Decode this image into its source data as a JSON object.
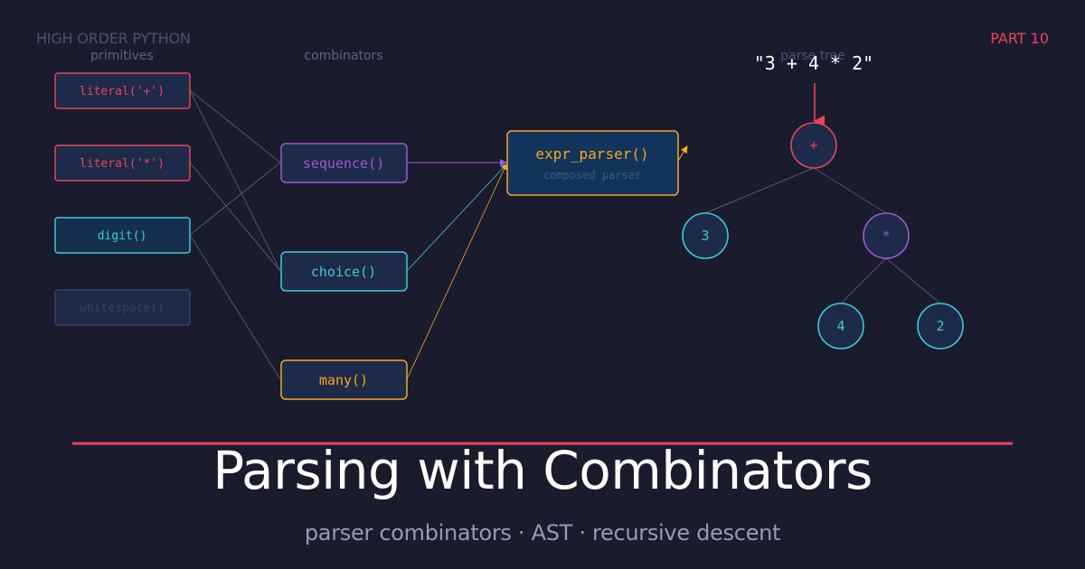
{
  "header": {
    "brand": "HIGH ORDER PYTHON",
    "part": "PART 10"
  },
  "diagram": {
    "columns": {
      "primitives": "primitives",
      "combinators": "combinators",
      "parse_tree": "parse tree"
    },
    "primitives": [
      {
        "id": "p-literal-plus",
        "label": "literal('+')",
        "kind": "primary"
      },
      {
        "id": "p-literal-times",
        "label": "literal('*')",
        "kind": "primary"
      },
      {
        "id": "p-digit",
        "label": "digit()",
        "kind": "cyan"
      },
      {
        "id": "p-whitespace",
        "label": "whitespace()",
        "kind": "muted"
      }
    ],
    "combinators": [
      {
        "id": "c-sequence",
        "label": "sequence()",
        "kind": "purple"
      },
      {
        "id": "c-choice",
        "label": "choice()",
        "kind": "cyan"
      },
      {
        "id": "c-many",
        "label": "many()",
        "kind": "amber"
      }
    ],
    "composed": {
      "label": "expr_parser()",
      "sublabel": "composed parser"
    },
    "edges": [
      [
        "p-literal-plus",
        "c-sequence"
      ],
      [
        "p-literal-plus",
        "c-choice"
      ],
      [
        "p-literal-times",
        "c-choice"
      ],
      [
        "p-digit",
        "c-sequence"
      ],
      [
        "p-digit",
        "c-many"
      ],
      [
        "c-sequence",
        "composed"
      ],
      [
        "c-choice",
        "composed"
      ],
      [
        "c-many",
        "composed"
      ]
    ],
    "input_expression": "\"3 + 4 * 2\"",
    "tree": {
      "nodes": [
        {
          "id": "n-plus",
          "label": "+",
          "kind": "primary"
        },
        {
          "id": "n-3",
          "label": "3",
          "kind": "cyan"
        },
        {
          "id": "n-times",
          "label": "*",
          "kind": "purple"
        },
        {
          "id": "n-4",
          "label": "4",
          "kind": "cyan"
        },
        {
          "id": "n-2",
          "label": "2",
          "kind": "cyan"
        }
      ],
      "edges": [
        [
          "n-plus",
          "n-3"
        ],
        [
          "n-plus",
          "n-times"
        ],
        [
          "n-times",
          "n-4"
        ],
        [
          "n-times",
          "n-2"
        ]
      ]
    }
  },
  "title": "Parsing with Combinators",
  "subtitle": "parser combinators · AST · recursive descent",
  "colors": {
    "background": "#1b1b2e",
    "primary": "#e8445a",
    "cyan": "#3fc9d9",
    "purple": "#9b59d0",
    "amber": "#f5a623",
    "muted": "#3a3f5c",
    "node_fill": "#1e2a4a",
    "composed_fill": "#13345a"
  }
}
